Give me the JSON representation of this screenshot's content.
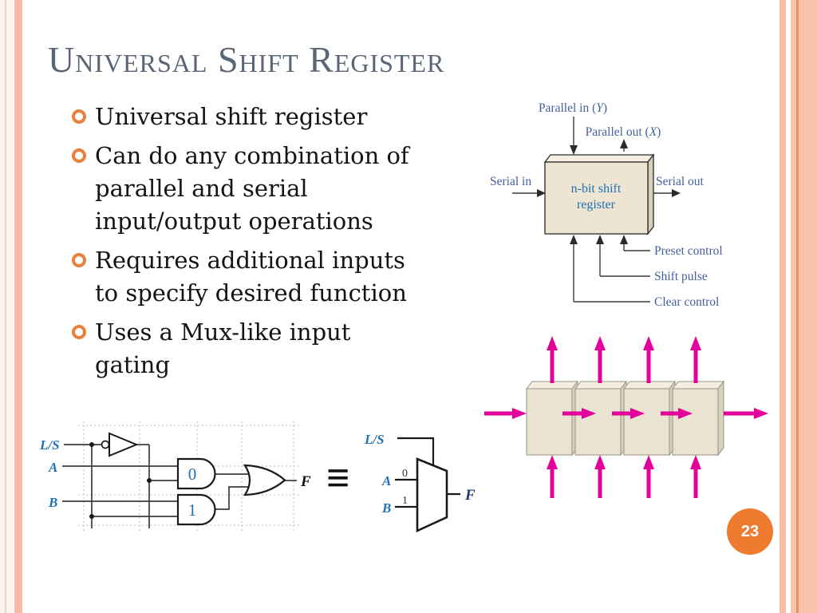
{
  "slide": {
    "title": "Universal Shift Register",
    "page_number": "23"
  },
  "bullets": [
    {
      "lines": [
        "Universal shift register"
      ]
    },
    {
      "lines": [
        "Can do any combination of",
        "parallel and serial",
        "input/output operations"
      ]
    },
    {
      "lines": [
        "Requires additional inputs",
        "to specify desired function"
      ]
    },
    {
      "lines": [
        "Uses a Mux-like input",
        "gating"
      ]
    }
  ],
  "block_diagram": {
    "parallel_in_prefix": "Parallel in (",
    "parallel_in_var": "Y",
    "parallel_out_prefix": "Parallel out (",
    "parallel_out_var": "X",
    "paren_close": ")",
    "serial_in": "Serial in",
    "serial_out": "Serial out",
    "box_line1": "n-bit shift",
    "box_line2": "register",
    "preset_control": "Preset control",
    "shift_pulse": "Shift pulse",
    "clear_control": "Clear control"
  },
  "gate_diagram": {
    "select_label": "L/S",
    "input_a": "A",
    "input_b": "B",
    "and0_label": "0",
    "and1_label": "1",
    "output_label": "F",
    "equiv_symbol": "≡"
  },
  "mux_diagram": {
    "select_label": "L/S",
    "input_a": "A",
    "input_b": "B",
    "in0_label": "0",
    "in1_label": "1",
    "output_label": "F"
  },
  "colors": {
    "accent_magenta": "#e4009b",
    "bullet_orange": "#e8813d",
    "page_circle_orange": "#ee7b30",
    "label_blue": "#2171b5",
    "diagram_label_blue": "#44609e",
    "title_gray": "#5a6575",
    "box_beige": "#ede5d2",
    "cell_beige": "#eae3d2",
    "border_salmon": "#f8bba6"
  }
}
